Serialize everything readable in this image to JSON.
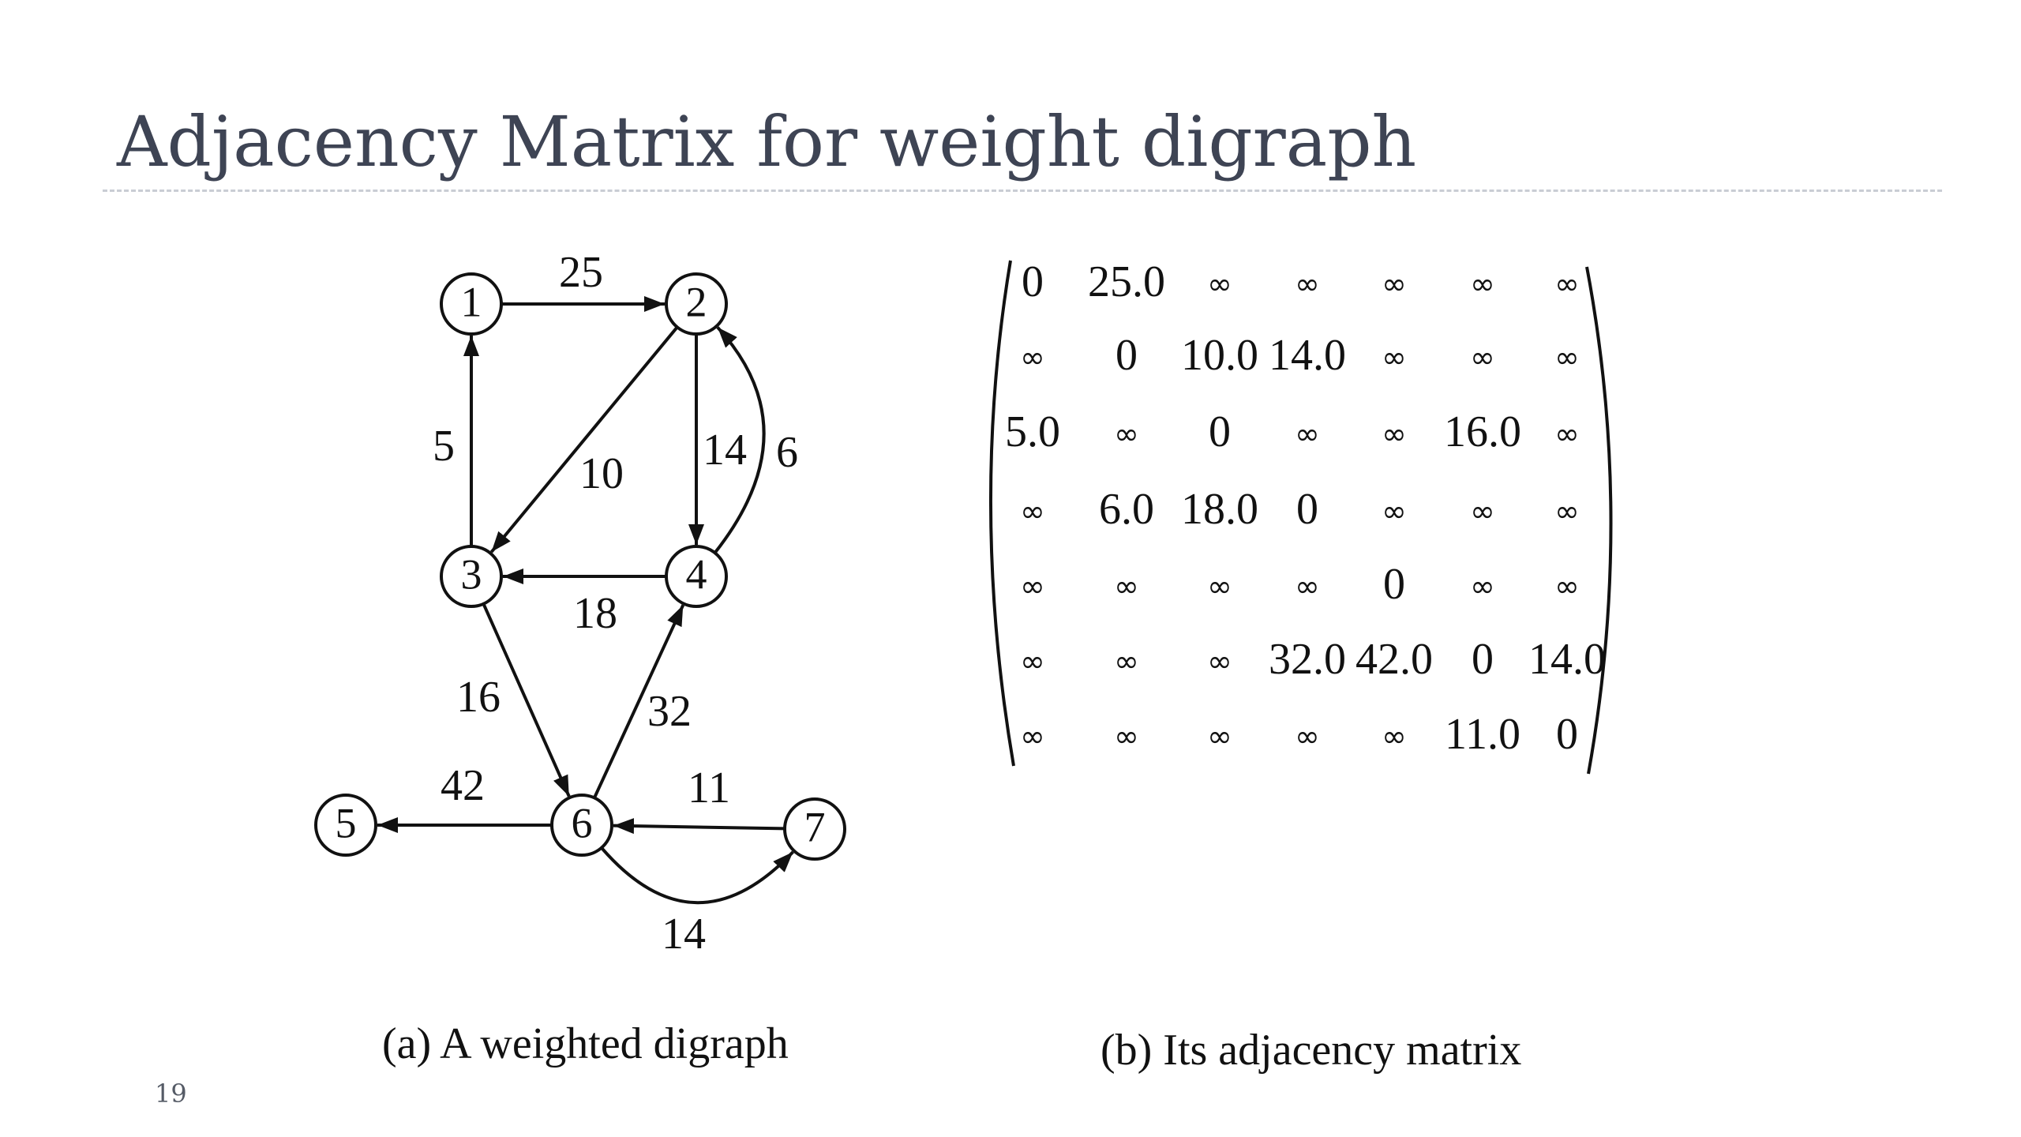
{
  "slide": {
    "title": "Adjacency Matrix for weight digraph",
    "page_number": "19"
  },
  "graph": {
    "caption": "(a) A weighted digraph",
    "nodes": [
      {
        "id": 1,
        "label": "1"
      },
      {
        "id": 2,
        "label": "2"
      },
      {
        "id": 3,
        "label": "3"
      },
      {
        "id": 4,
        "label": "4"
      },
      {
        "id": 5,
        "label": "5"
      },
      {
        "id": 6,
        "label": "6"
      },
      {
        "id": 7,
        "label": "7"
      }
    ],
    "edges": [
      {
        "from": 1,
        "to": 2,
        "weight": "25"
      },
      {
        "from": 2,
        "to": 3,
        "weight": "10"
      },
      {
        "from": 2,
        "to": 4,
        "weight": "14"
      },
      {
        "from": 3,
        "to": 1,
        "weight": "5"
      },
      {
        "from": 3,
        "to": 6,
        "weight": "16"
      },
      {
        "from": 4,
        "to": 2,
        "weight": "6"
      },
      {
        "from": 4,
        "to": 3,
        "weight": "18"
      },
      {
        "from": 6,
        "to": 4,
        "weight": "32"
      },
      {
        "from": 6,
        "to": 5,
        "weight": "42"
      },
      {
        "from": 6,
        "to": 7,
        "weight": "14"
      },
      {
        "from": 7,
        "to": 6,
        "weight": "11"
      }
    ]
  },
  "matrix": {
    "caption": "(b) Its adjacency matrix",
    "rows": [
      [
        "0",
        "25.0",
        "∞",
        "∞",
        "∞",
        "∞",
        "∞"
      ],
      [
        "∞",
        "0",
        "10.0",
        "14.0",
        "∞",
        "∞",
        "∞"
      ],
      [
        "5.0",
        "∞",
        "0",
        "∞",
        "∞",
        "16.0",
        "∞"
      ],
      [
        "∞",
        "6.0",
        "18.0",
        "0",
        "∞",
        "∞",
        "∞"
      ],
      [
        "∞",
        "∞",
        "∞",
        "∞",
        "0",
        "∞",
        "∞"
      ],
      [
        "∞",
        "∞",
        "∞",
        "32.0",
        "42.0",
        "0",
        "14.0"
      ],
      [
        "∞",
        "∞",
        "∞",
        "∞",
        "∞",
        "11.0",
        "0"
      ]
    ]
  }
}
